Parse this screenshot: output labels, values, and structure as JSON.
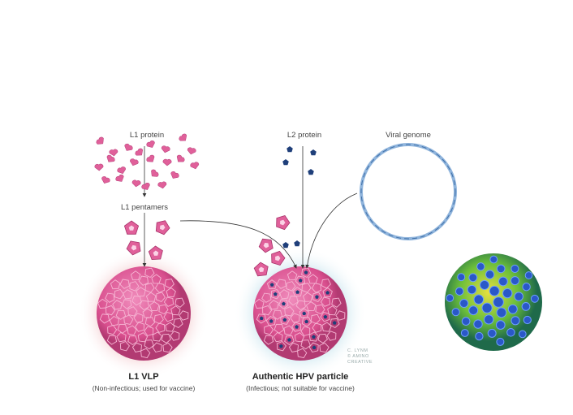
{
  "labels": {
    "l1_protein": "L1 protein",
    "l2_protein": "L2 protein",
    "viral_genome": "Viral genome",
    "l1_pentamers": "L1 pentamers"
  },
  "vlp": {
    "title": "L1  VLP",
    "subtitle": "(Non-infectious; used for vaccine)"
  },
  "hpv": {
    "title": "Authentic HPV particle",
    "subtitle": "(Infectious; not suitable for vaccine)"
  },
  "credit": [
    "C. LYNM",
    "© AMINO",
    "CREATIVE"
  ],
  "colors": {
    "l1_pink": "#e0609a",
    "l2_blue": "#1f3f7a",
    "genome_blue": "#8fb4dc",
    "vlp_glow": "#f6d6d6",
    "hpv_glow": "#cfe8f0"
  }
}
